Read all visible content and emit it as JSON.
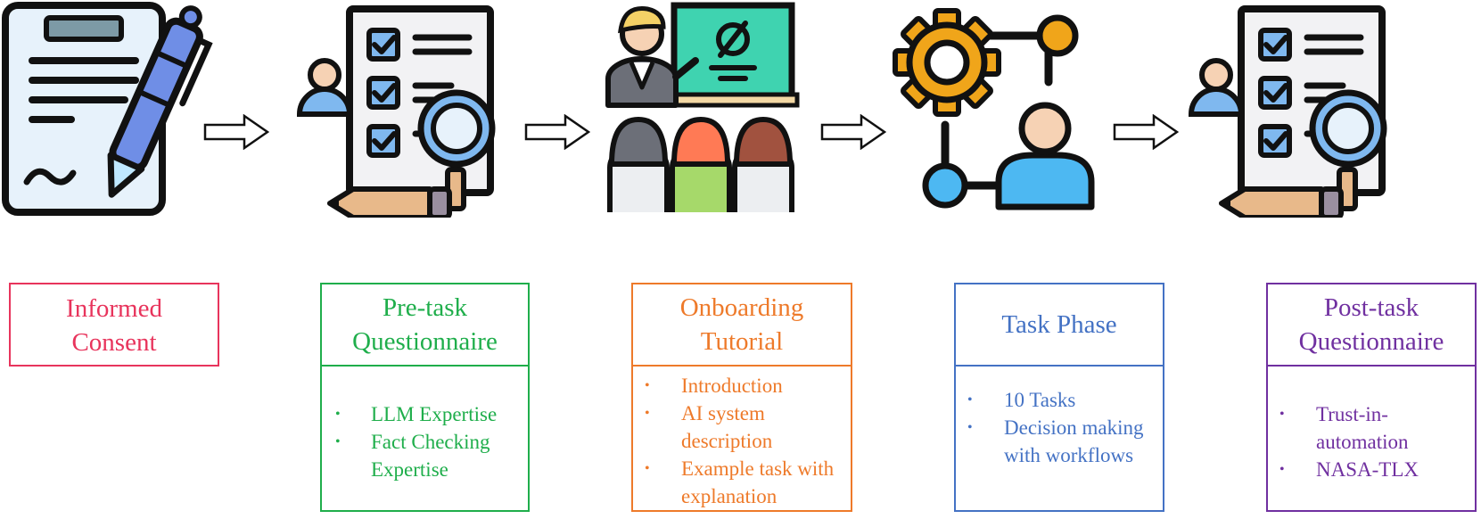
{
  "stages": [
    {
      "id": "consent",
      "title": "Informed\nConsent",
      "color": "#e8345c",
      "icon": "signed-document-pen-icon",
      "items": []
    },
    {
      "id": "pretask",
      "title": "Pre-task\nQuestionnaire",
      "color": "#1fae4b",
      "icon": "questionnaire-checklist-icon",
      "items": [
        "LLM Expertise",
        "Fact Checking Expertise"
      ]
    },
    {
      "id": "onboard",
      "title": "Onboarding\nTutorial",
      "color": "#ee7a2a",
      "icon": "presentation-audience-icon",
      "items": [
        "Introduction",
        "AI system description",
        "Example task with explanation"
      ]
    },
    {
      "id": "task",
      "title": "Task Phase",
      "color": "#4472c4",
      "icon": "gear-workflow-person-icon",
      "items": [
        "10 Tasks",
        "Decision making with workflows"
      ]
    },
    {
      "id": "posttask",
      "title": "Post-task\nQuestionnaire",
      "color": "#7030a0",
      "icon": "questionnaire-checklist-icon",
      "items": [
        "Trust-in-automation",
        "NASA-TLX"
      ]
    }
  ],
  "connector_icon": "right-arrow-outline-icon"
}
